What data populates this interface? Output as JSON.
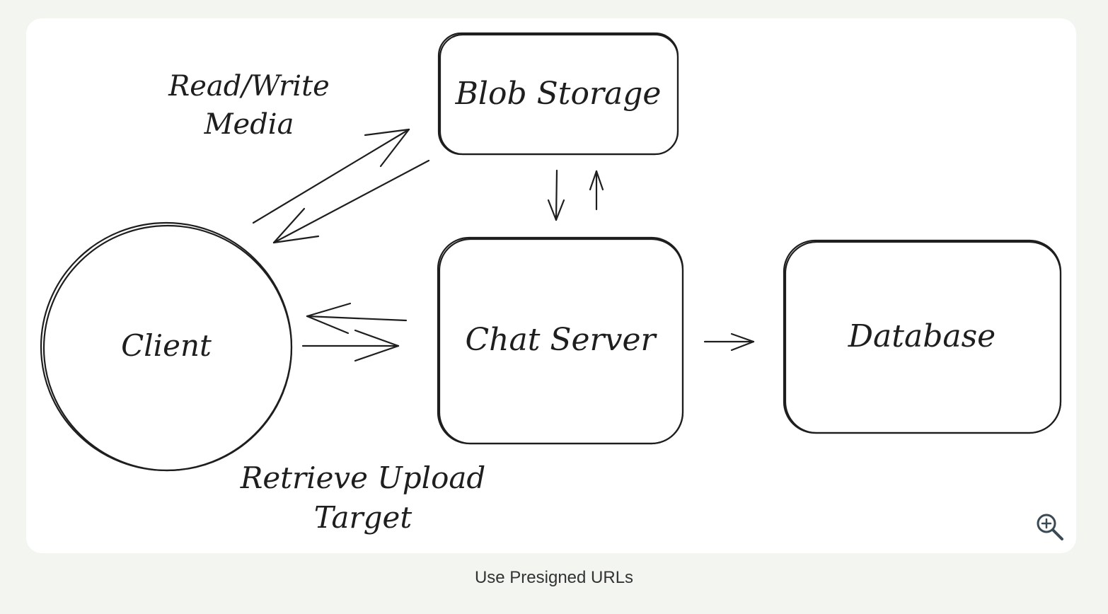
{
  "diagram": {
    "nodes": {
      "client": "Client",
      "blob_storage": "Blob Storage",
      "chat_server": "Chat Server",
      "database": "Database"
    },
    "labels": {
      "read_write_line1": "Read/Write",
      "read_write_line2": "Media",
      "retrieve_line1": "Retrieve Upload",
      "retrieve_line2": "Target"
    }
  },
  "caption": "Use Presigned URLs",
  "icons": {
    "zoom": "zoom-in-icon"
  },
  "colors": {
    "page_background": "#f2f5f0",
    "card_background": "#ffffff",
    "stroke": "#1e1e1e"
  }
}
